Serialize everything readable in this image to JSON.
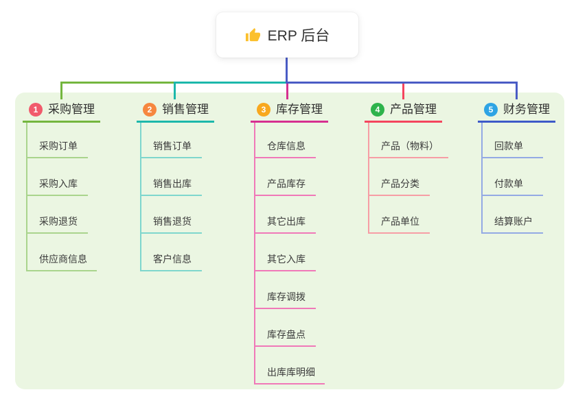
{
  "root": {
    "icon": "thumbs-up",
    "icon_color": "#fbc02d",
    "title": "ERP 后台"
  },
  "colors": {
    "canvas_bg": "#ffffff",
    "panel_bg": "#ebf6e2",
    "stem": "#4a5cc5",
    "rail_left_segment": "#74b63e",
    "rail_mid_segment": "#1cb8ab",
    "rail_right_segment": "#4a5cc5"
  },
  "branches": [
    {
      "number": "1",
      "label": "采购管理",
      "badge_color": "#f15b6c",
      "line_color": "#74b63e",
      "child_line_color": "#a9d48c",
      "children": [
        "采购订单",
        "采购入库",
        "采购退货",
        "供应商信息"
      ]
    },
    {
      "number": "2",
      "label": "销售管理",
      "badge_color": "#f6873f",
      "line_color": "#1cb8ab",
      "child_line_color": "#7ed6cd",
      "children": [
        "销售订单",
        "销售出库",
        "销售退货",
        "客户信息"
      ]
    },
    {
      "number": "3",
      "label": "库存管理",
      "badge_color": "#f8a81e",
      "line_color": "#d63090",
      "child_line_color": "#f078b8",
      "children": [
        "仓库信息",
        "产品库存",
        "其它出库",
        "其它入库",
        "库存调拨",
        "库存盘点",
        "出库库明细"
      ]
    },
    {
      "number": "4",
      "label": "产品管理",
      "badge_color": "#2eb34c",
      "line_color": "#f4455e",
      "child_line_color": "#f79da5",
      "children": [
        "产品（物料）",
        "产品分类",
        "产品单位"
      ]
    },
    {
      "number": "5",
      "label": "财务管理",
      "badge_color": "#2ea4e4",
      "line_color": "#3d5ac8",
      "child_line_color": "#93a9e4",
      "children": [
        "回款单",
        "付款单",
        "结算账户"
      ]
    }
  ]
}
